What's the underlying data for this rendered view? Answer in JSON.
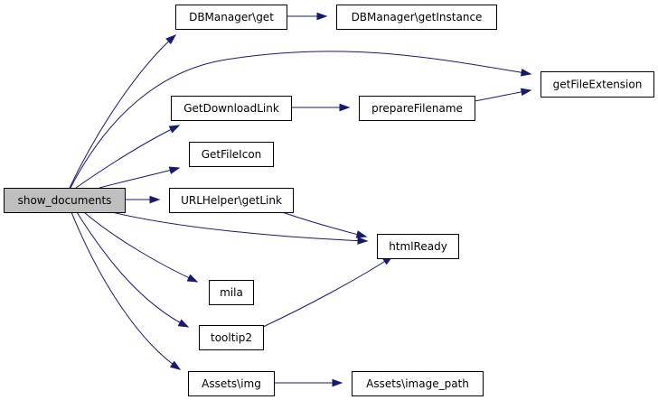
{
  "diagram": {
    "root": "show_documents",
    "nodes": [
      {
        "id": "show_documents",
        "label": "show_documents",
        "is_root": true
      },
      {
        "id": "dbmanager_get",
        "label": "DBManager\\get",
        "is_root": false
      },
      {
        "id": "dbmanager_getinstance",
        "label": "DBManager\\getInstance",
        "is_root": false
      },
      {
        "id": "getfileextension",
        "label": "getFileExtension",
        "is_root": false
      },
      {
        "id": "getdownloadlink",
        "label": "GetDownloadLink",
        "is_root": false
      },
      {
        "id": "preparefilename",
        "label": "prepareFilename",
        "is_root": false
      },
      {
        "id": "getfileicon",
        "label": "GetFileIcon",
        "is_root": false
      },
      {
        "id": "urlhelper_getlink",
        "label": "URLHelper\\getLink",
        "is_root": false
      },
      {
        "id": "htmlready",
        "label": "htmlReady",
        "is_root": false
      },
      {
        "id": "mila",
        "label": "mila",
        "is_root": false
      },
      {
        "id": "tooltip2",
        "label": "tooltip2",
        "is_root": false
      },
      {
        "id": "assets_img",
        "label": "Assets\\img",
        "is_root": false
      },
      {
        "id": "assets_image_path",
        "label": "Assets\\image_path",
        "is_root": false
      }
    ],
    "edges": [
      {
        "from": "show_documents",
        "to": "dbmanager_get"
      },
      {
        "from": "show_documents",
        "to": "getfileextension"
      },
      {
        "from": "show_documents",
        "to": "getdownloadlink"
      },
      {
        "from": "show_documents",
        "to": "getfileicon"
      },
      {
        "from": "show_documents",
        "to": "urlhelper_getlink"
      },
      {
        "from": "show_documents",
        "to": "htmlready"
      },
      {
        "from": "show_documents",
        "to": "mila"
      },
      {
        "from": "show_documents",
        "to": "tooltip2"
      },
      {
        "from": "show_documents",
        "to": "assets_img"
      },
      {
        "from": "dbmanager_get",
        "to": "dbmanager_getinstance"
      },
      {
        "from": "getdownloadlink",
        "to": "preparefilename"
      },
      {
        "from": "preparefilename",
        "to": "getfileextension"
      },
      {
        "from": "urlhelper_getlink",
        "to": "htmlready"
      },
      {
        "from": "tooltip2",
        "to": "htmlready"
      },
      {
        "from": "assets_img",
        "to": "assets_image_path"
      }
    ],
    "colors": {
      "edge": "#191970",
      "root_fill": "#bfbfbf",
      "node_fill": "#ffffff",
      "border": "#000000"
    }
  }
}
